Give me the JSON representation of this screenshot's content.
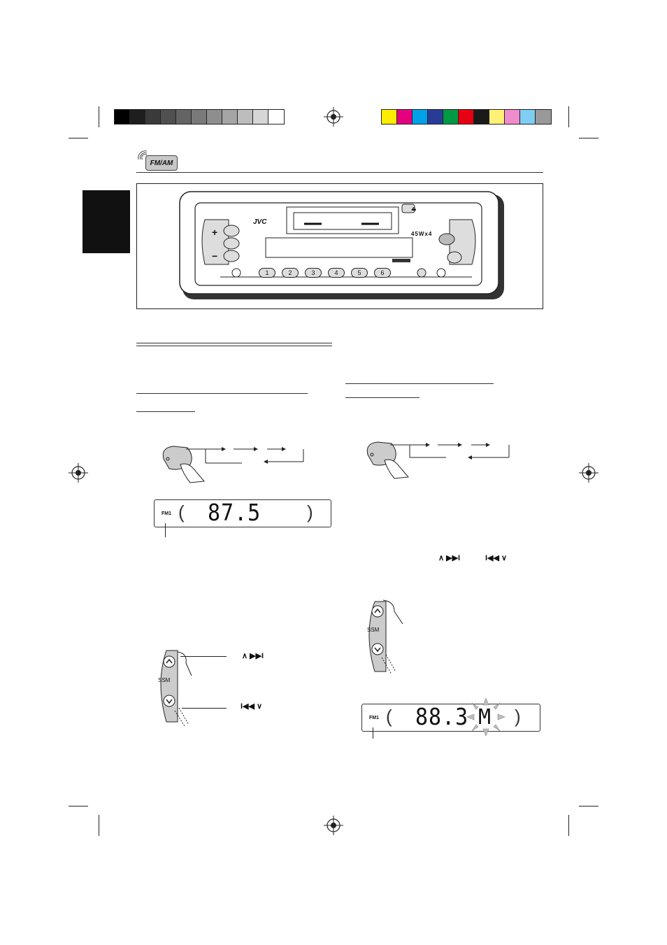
{
  "header": {
    "badge": "FM/AM"
  },
  "radio": {
    "brand": "JVC",
    "model": "45Wx4",
    "eject_label": "⏏",
    "presets": [
      "1",
      "2",
      "3",
      "4",
      "5",
      "6"
    ],
    "vol_plus": "+",
    "vol_minus": "−"
  },
  "displays": {
    "left": {
      "band": "FM1",
      "freq": "87.5"
    },
    "right": {
      "band": "FM1",
      "freq": "88.3",
      "mode": "M"
    }
  },
  "controls": {
    "ssm": "SSM",
    "up_symbol": "∧ ▶▶I",
    "down_symbol": "I◀◀ ∨",
    "right_symbols_up": "∧ ▶▶I",
    "right_symbols_down": "I◀◀ ∨"
  },
  "colors": {
    "gray_bar": [
      "#000000",
      "#1e1e1e",
      "#3a3a3a",
      "#505050",
      "#646464",
      "#7a7a7a",
      "#8e8e8e",
      "#a5a5a5",
      "#bdbdbd",
      "#d6d6d6",
      "#ffffff"
    ],
    "color_bar": [
      "#ffed00",
      "#e4007f",
      "#00a0e9",
      "#2a3b96",
      "#009944",
      "#e60012",
      "#1a1a1a",
      "#fff176",
      "#f08ccd",
      "#7fcdf2",
      "#999999"
    ]
  }
}
